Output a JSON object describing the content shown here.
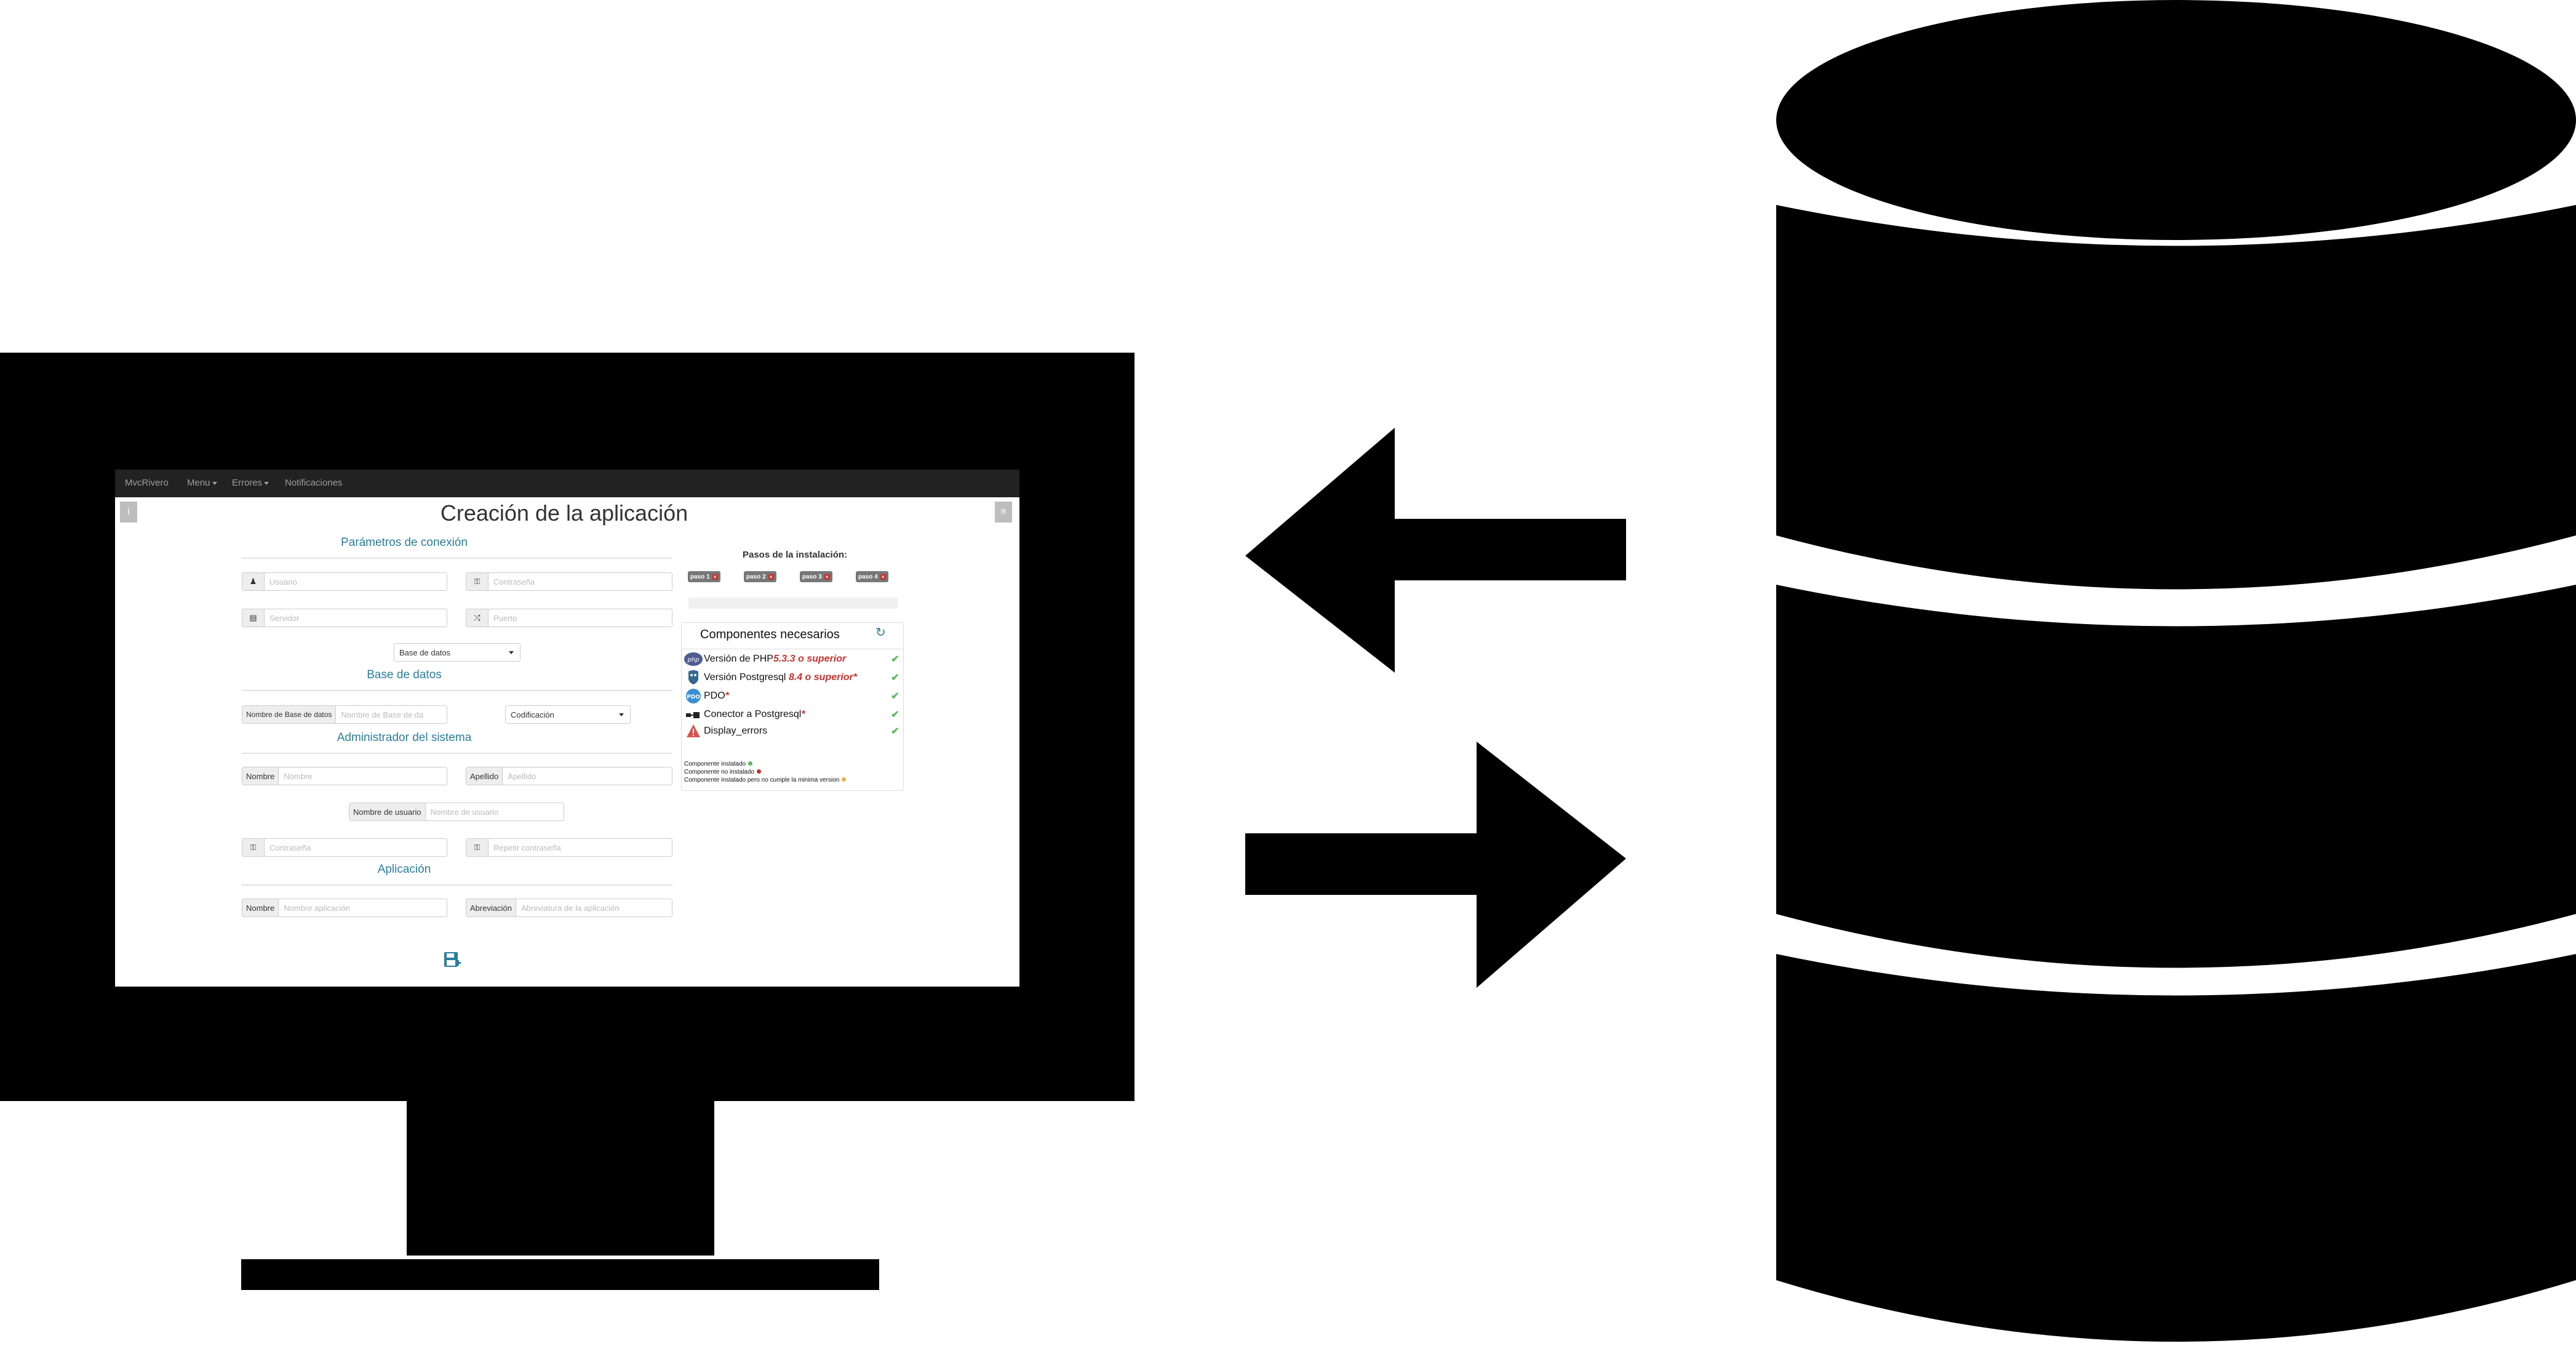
{
  "navbar": {
    "brand": "MvcRivero",
    "menu": "Menu",
    "errores": "Errores",
    "notificaciones": "Notificaciones"
  },
  "corner": {
    "left_icon": "info-icon",
    "right_icon": "menu-icon",
    "left_glyph": "i",
    "right_glyph": "≡"
  },
  "page_title": "Creación de la aplicación",
  "sections": {
    "conexion": "Parámetros de conexión",
    "base_datos": "Base de datos",
    "admin": "Administrador del sistema",
    "aplicacion": "Aplicación"
  },
  "conexion": {
    "usuario_placeholder": "Usuario",
    "contrasena_placeholder": "Contraseña",
    "servidor_placeholder": "Servidor",
    "puerto_placeholder": "Puerto",
    "select_base_datos": "Base de datos"
  },
  "base_datos": {
    "nombre_label": "Nombre de Base de datos",
    "nombre_placeholder": "Nombre de Base de da",
    "codificacion": "Codificación"
  },
  "admin": {
    "nombre_label": "Nombre",
    "nombre_placeholder": "Nombre",
    "apellido_label": "Apellido",
    "apellido_placeholder": "Apellido",
    "usuario_label": "Nombre de usuario",
    "usuario_placeholder": "Nombre de usuario",
    "contrasena_placeholder": "Contraseña",
    "repetir_placeholder": "Repetir contraseña"
  },
  "aplicacion": {
    "nombre_label": "Nombre",
    "nombre_placeholder": "Nombre aplicación",
    "abreviacion_label": "Abreviación",
    "abreviacion_placeholder": "Abreviatura de la aplicación"
  },
  "steps": {
    "title": "Pasos de la instalación:",
    "items": [
      "paso 1",
      "paso 2",
      "paso 3",
      "paso 4"
    ]
  },
  "components": {
    "title": "Componentes necesarios",
    "rows": [
      {
        "label": "Versión de PHP",
        "req": "5.3.3 o superior",
        "icon": "php-icon"
      },
      {
        "label": "Versión Postgresql ",
        "req": "8.4 o superior*",
        "icon": "postgresql-icon"
      },
      {
        "label": "PDO",
        "req": "*",
        "icon": "pdo-icon"
      },
      {
        "label": "Conector a Postgresql",
        "req": "*",
        "icon": "connector-icon"
      },
      {
        "label": "Display_errors",
        "req": "",
        "icon": "display-errors-icon"
      }
    ],
    "legend": [
      "Componente instalado",
      "Componente no instalado",
      "Componente instalado pero no cumple la minima version"
    ]
  },
  "colors": {
    "accent": "#2a7ea0",
    "navbar": "#222222",
    "check": "#5cb85c",
    "error": "#c9302c",
    "warning": "#f0ad4e"
  }
}
